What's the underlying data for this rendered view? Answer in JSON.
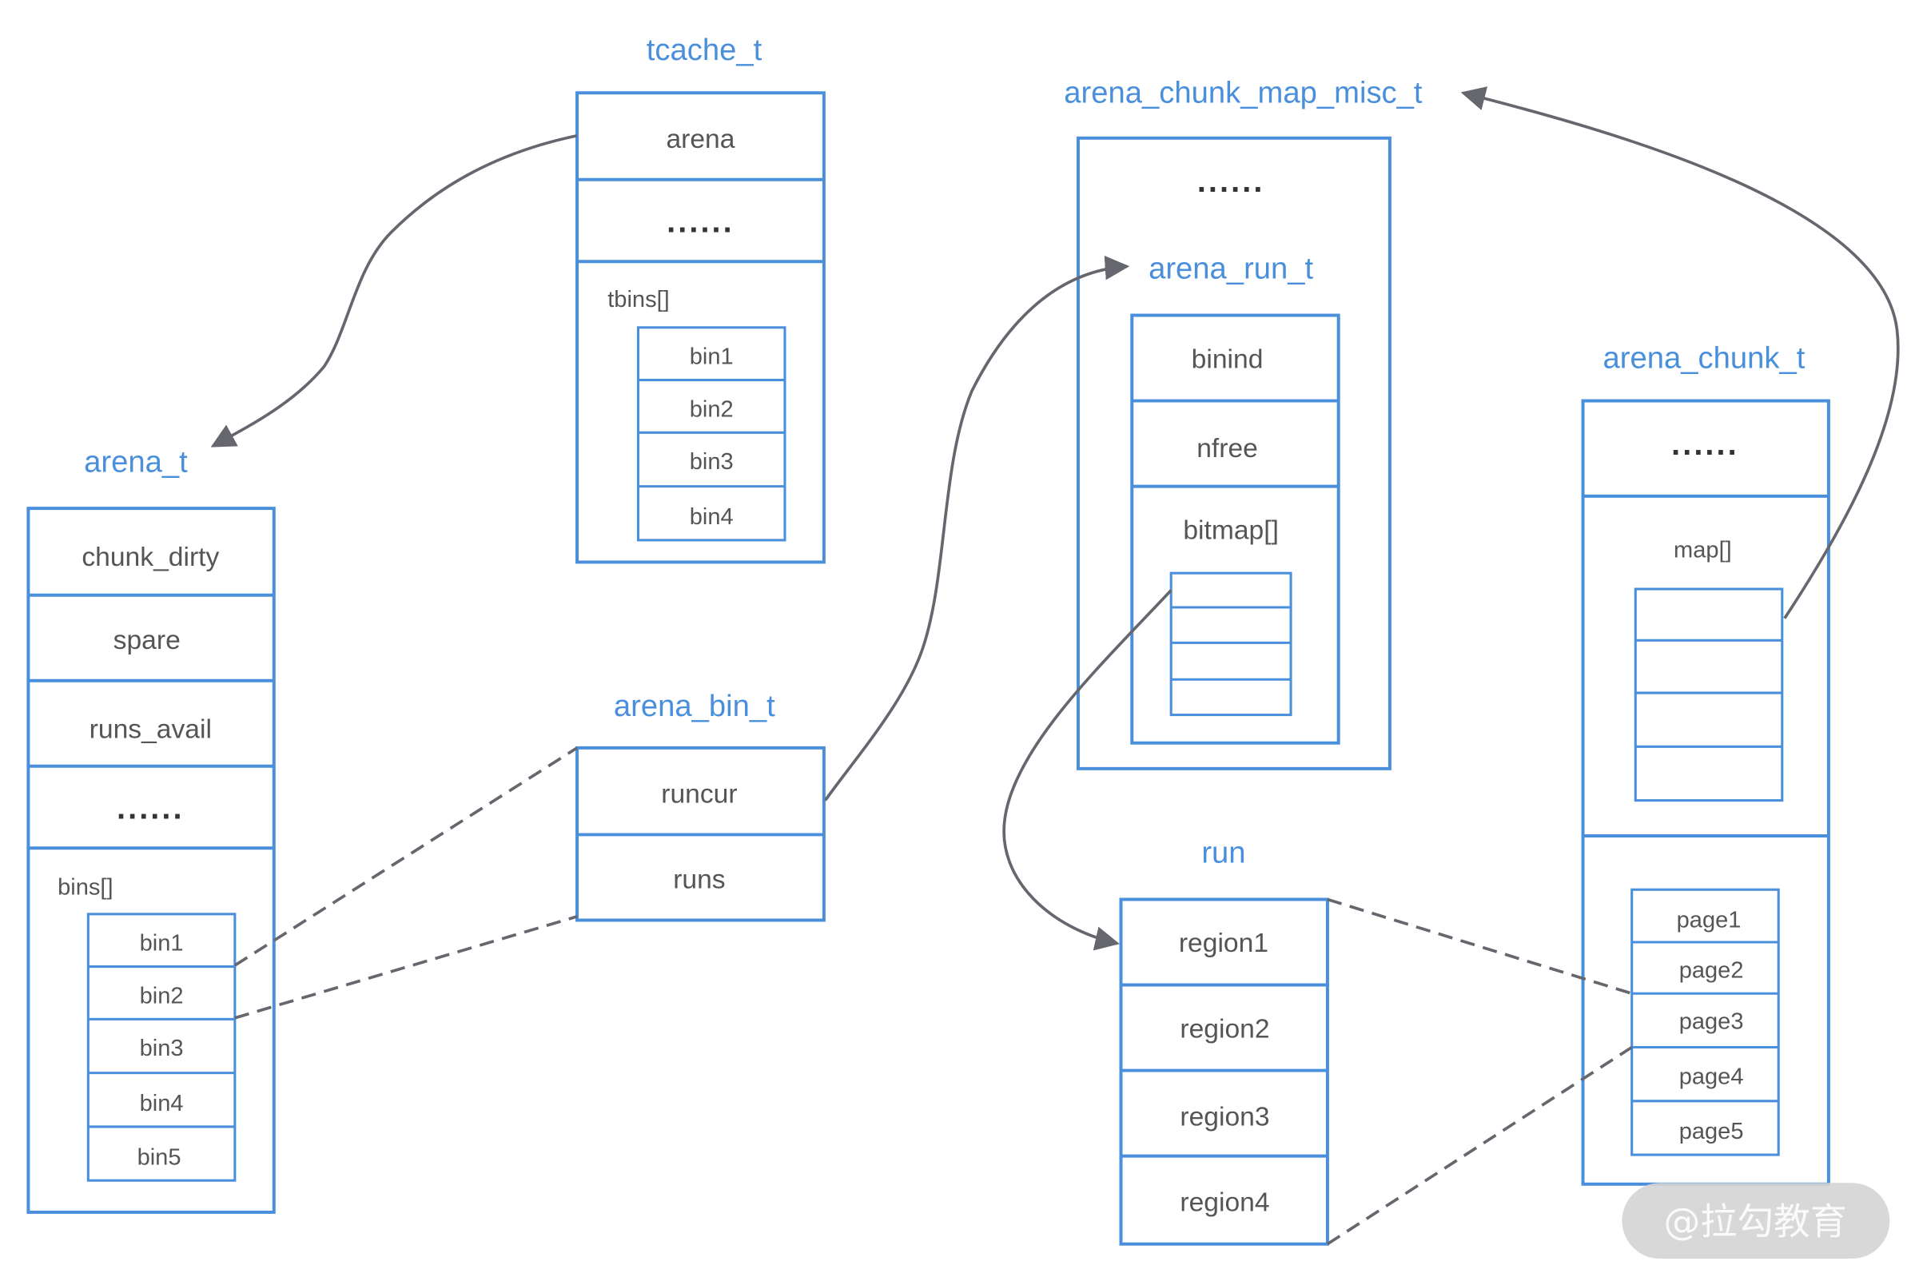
{
  "colors": {
    "box_stroke": "#4a8fdc",
    "title": "#4a8fdc",
    "label": "#555555",
    "arrow": "#66666e"
  },
  "tcache_t": {
    "title": "tcache_t",
    "fields": [
      "arena",
      "......"
    ],
    "array_label": "tbins[]",
    "bins": [
      "bin1",
      "bin2",
      "bin3",
      "bin4"
    ]
  },
  "arena_t": {
    "title": "arena_t",
    "fields": [
      "chunk_dirty",
      "spare",
      "runs_avail",
      "......"
    ],
    "array_label": "bins[]",
    "bins": [
      "bin1",
      "bin2",
      "bin3",
      "bin4",
      "bin5"
    ]
  },
  "arena_bin_t": {
    "title": "arena_bin_t",
    "fields": [
      "runcur",
      "runs"
    ]
  },
  "arena_chunk_map_misc_t": {
    "title": "arena_chunk_map_misc_t",
    "fields": [
      "......"
    ]
  },
  "arena_run_t": {
    "title": "arena_run_t",
    "fields": [
      "binind",
      "nfree",
      "bitmap[]"
    ]
  },
  "run": {
    "title": "run",
    "regions": [
      "region1",
      "region2",
      "region3",
      "region4"
    ]
  },
  "arena_chunk_t": {
    "title": "arena_chunk_t",
    "fields": [
      "......"
    ],
    "array_label": "map[]",
    "pages": [
      "page1",
      "page2",
      "page3",
      "page4",
      "page5"
    ]
  },
  "watermark": "@拉勾教育"
}
